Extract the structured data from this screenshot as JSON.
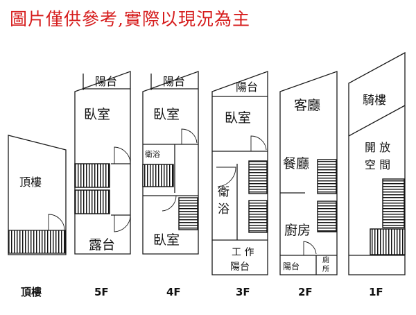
{
  "disclaimer": "圖片僅供參考,實際以現況為主",
  "floors": {
    "roof": {
      "label": "頂樓",
      "room_roof": "頂樓"
    },
    "f5": {
      "label": "5F",
      "room_balcony": "陽台",
      "room_bedroom": "臥室",
      "room_terrace": "露台"
    },
    "f4": {
      "label": "4F",
      "room_balcony": "陽台",
      "room_bedroom_top": "臥室",
      "room_bath": "衛浴",
      "room_bedroom_bottom": "臥室"
    },
    "f3": {
      "label": "3F",
      "room_balcony": "陽台",
      "room_bedroom": "臥室",
      "room_bath_1": "衛",
      "room_bath_2": "浴",
      "room_work_1": "工 作",
      "room_work_2": "陽台"
    },
    "f2": {
      "label": "2F",
      "room_living": "客廳",
      "room_dining": "餐廳",
      "room_kitchen": "廚房",
      "room_balcony": "陽台",
      "room_toilet_1": "廁",
      "room_toilet_2": "所"
    },
    "f1": {
      "label": "1F",
      "room_arcade": "騎樓",
      "room_open_1": "開 放",
      "room_open_2": "空 間"
    }
  }
}
